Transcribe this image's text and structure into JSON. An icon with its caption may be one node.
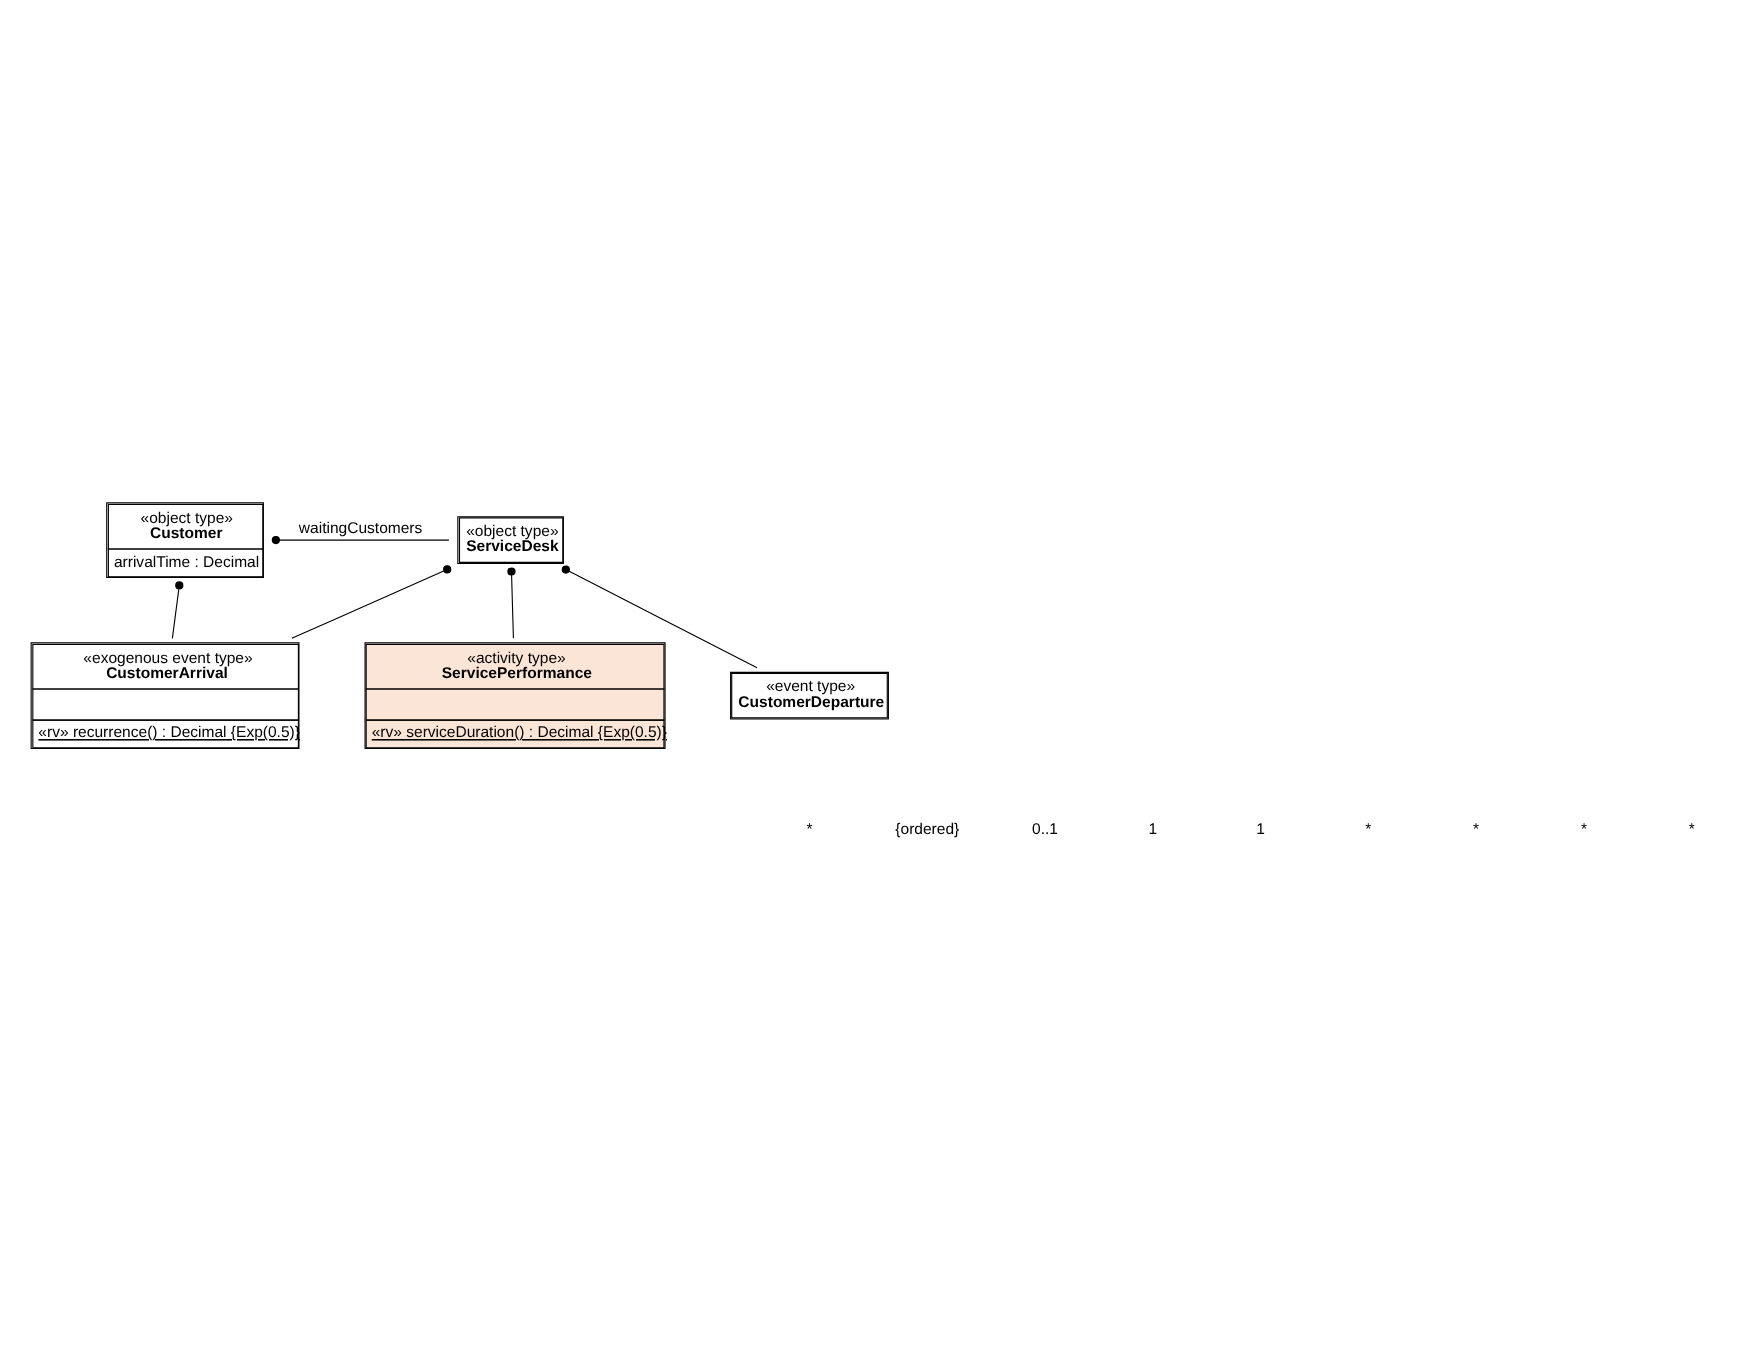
{
  "diagram": {
    "nodes": [
      {
        "text": [
          "«object type»",
          "Customer",
          "arrivalTime : Decimal"
        ]
      },
      {
        "text": [
          "«object type»",
          "ServiceDesk"
        ]
      },
      {
        "text": [
          "«exogenous event type»",
          "CustomerArrival",
          "«rv» recurrence() : Decimal {Exp(0.5)}"
        ]
      },
      {
        "text": [
          "«activity type»",
          "ServicePerformance",
          "«rv» serviceDuration() : Decimal {Exp(0.5)}"
        ]
      },
      {
        "text": [
          "«event type»",
          "CustomerDeparture"
        ]
      }
    ],
    "edges": [
      {
        "from": 0,
        "to": 1,
        "arrow": "other",
        "label": "waitingCustomers"
      },
      {
        "from": 0,
        "to": 2,
        "arrow": "other"
      },
      {
        "from": 1,
        "to": 2,
        "arrow": "other"
      },
      {
        "from": 1,
        "to": 3,
        "arrow": "other"
      },
      {
        "from": 1,
        "to": 4,
        "arrow": "other"
      }
    ],
    "labels": [
      "*",
      "{ordered}",
      "0..1",
      "1",
      "1",
      "*",
      "*",
      "*",
      "*"
    ]
  }
}
